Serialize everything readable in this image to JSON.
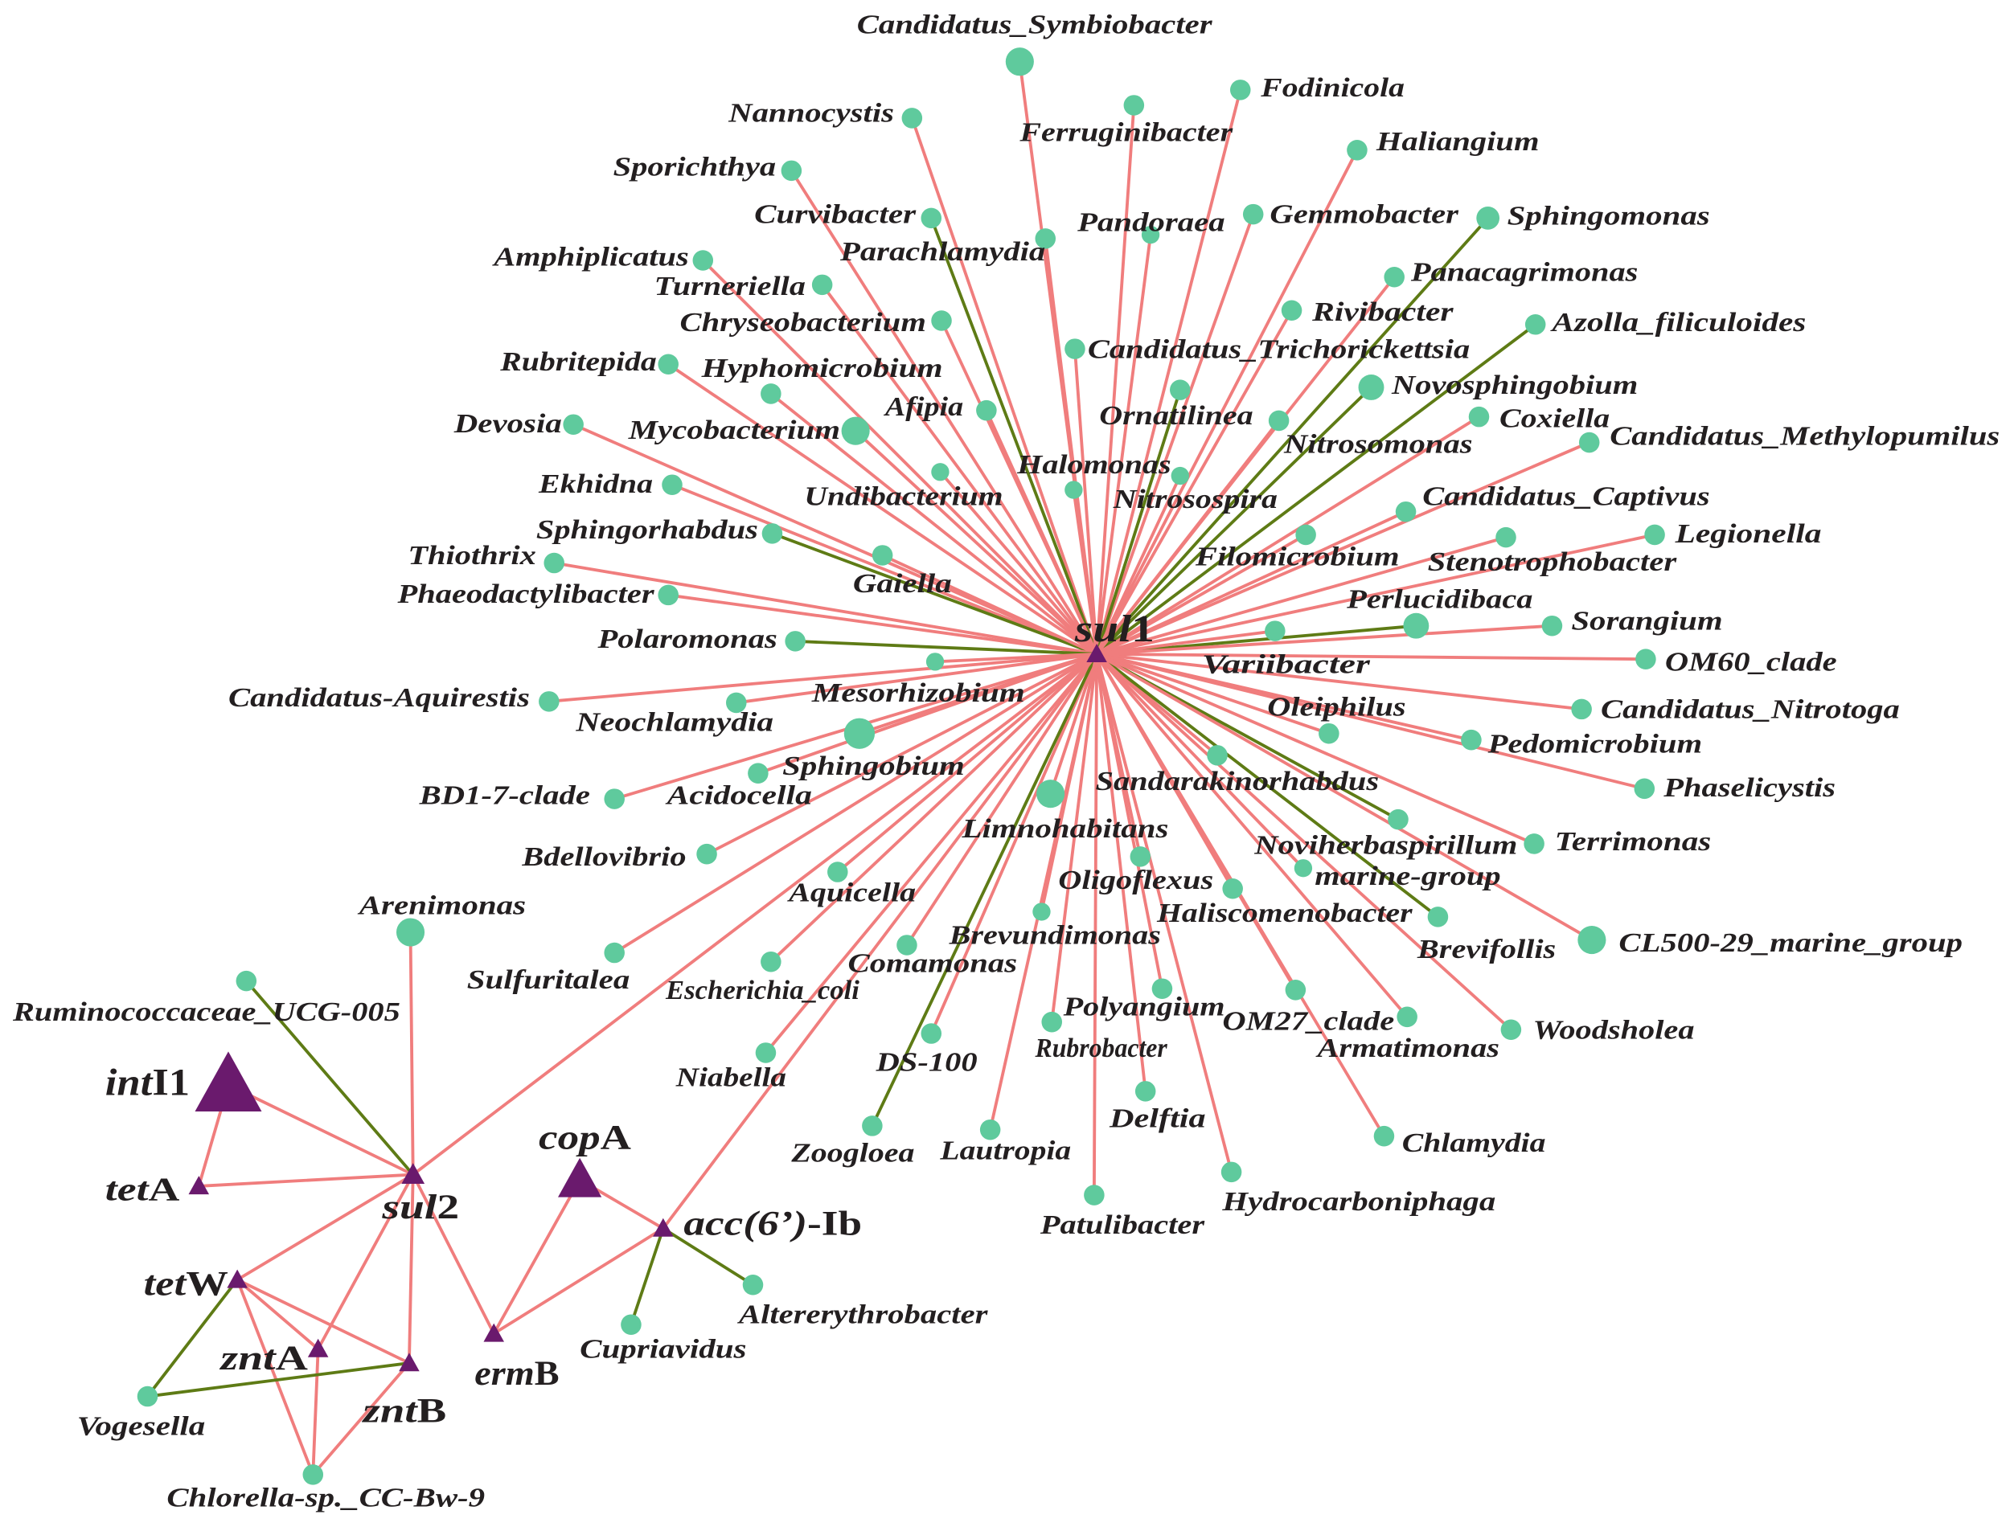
{
  "colors": {
    "genus_node": "#5fca9d",
    "gene_node": "#6a1a6d",
    "label_text": "#231f20",
    "background": "#ffffff"
  },
  "edge_colors": [
    "#f07d7d",
    "#5e7b15"
  ],
  "genes": [
    {
      "italic": "sul",
      "plain": "1"
    },
    {
      "italic": "int",
      "plain": "I1"
    },
    {
      "italic": "tet",
      "plain": "A"
    },
    {
      "italic": "sul",
      "plain": "2"
    },
    {
      "italic": "cop",
      "plain": "A"
    },
    {
      "italic": "acc(6’)",
      "plain": "-Ib"
    },
    {
      "italic": "tet",
      "plain": "W"
    },
    {
      "italic": "znt",
      "plain": "A"
    },
    {
      "italic": "znt",
      "plain": "B"
    },
    {
      "italic": "erm",
      "plain": "B"
    }
  ],
  "genera": [
    "Candidatus_Symbiobacter",
    "Fodinicola",
    "Ferruginibacter",
    "Nannocystis",
    "Haliangium",
    "Sporichthya",
    "Curvibacter",
    "Pandoraea",
    "Gemmobacter",
    "Sphingomonas",
    "Parachlamydia",
    "Amphiplicatus",
    "Turneriella",
    "Panacagrimonas",
    "Chryseobacterium",
    "Rivibacter",
    "Azolla_filiculoides",
    "Candidatus_Trichorickettsia",
    "Rubritepida",
    "Hyphomicrobium",
    "Novosphingobium",
    "Ornatilinea",
    "Afipia",
    "Coxiella",
    "Devosia",
    "Mycobacterium",
    "Nitrosomonas",
    "Candidatus_Methylopumilus",
    "Halomonas",
    "Nitrosospira",
    "Undibacterium",
    "Ekhidna",
    "Candidatus_Captivus",
    "Sphingorhabdus",
    "Filomicrobium",
    "Stenotrophobacter",
    "Legionella",
    "Thiothrix",
    "Gaiella",
    "Phaeodactylibacter",
    "Perlucidibaca",
    "Sorangium",
    "Polaromonas",
    "Variibacter",
    "OM60_clade",
    "Mesorhizobium",
    "Candidatus-Aquirestis",
    "Neochlamydia",
    "Oleiphilus",
    "Candidatus_Nitrotoga",
    "Sphingobium",
    "Pedomicrobium",
    "Sandarakinorhabdus",
    "Acidocella",
    "Phaselicystis",
    "BD1-7-clade",
    "Limnohabitans",
    "Noviherbaspirillum",
    "Terrimonas",
    "Bdellovibrio",
    "Oligoflexus",
    "marine-group",
    "Aquicella",
    "Haliscomenobacter",
    "Arenimonas",
    "Brevundimonas",
    "Brevifollis",
    "CL500-29_marine_group",
    "Ruminococcaceae_UCG-005",
    "Sulfuritalea",
    "Escherichia_coli",
    "Comamonas",
    "Polyangium",
    "OM27_clade",
    "Armatimonas",
    "Woodsholea",
    "Rubrobacter",
    "DS-100",
    "Niabella",
    "Delftia",
    "Chlamydia",
    "Zoogloea",
    "Lautropia",
    "Hydrocarboniphaga",
    "Patulibacter",
    "Vogesella",
    "Chlorella-sp._CC-Bw-9",
    "Cupriavidus",
    "Altererythrobacter"
  ],
  "edges": [
    [
      0,
      10,
      0
    ],
    [
      0,
      11,
      0
    ],
    [
      0,
      12,
      0
    ],
    [
      0,
      13,
      0
    ],
    [
      0,
      14,
      0
    ],
    [
      0,
      15,
      0
    ],
    [
      0,
      16,
      1
    ],
    [
      0,
      17,
      0
    ],
    [
      0,
      18,
      0
    ],
    [
      0,
      19,
      1
    ],
    [
      0,
      20,
      0
    ],
    [
      0,
      21,
      0
    ],
    [
      0,
      22,
      0
    ],
    [
      0,
      23,
      0
    ],
    [
      0,
      24,
      0
    ],
    [
      0,
      25,
      0
    ],
    [
      0,
      26,
      1
    ],
    [
      0,
      27,
      0
    ],
    [
      0,
      28,
      0
    ],
    [
      0,
      29,
      0
    ],
    [
      0,
      30,
      1
    ],
    [
      0,
      31,
      1
    ],
    [
      0,
      32,
      0
    ],
    [
      0,
      33,
      0
    ],
    [
      0,
      34,
      0
    ],
    [
      0,
      35,
      0
    ],
    [
      0,
      36,
      0
    ],
    [
      0,
      37,
      0
    ],
    [
      0,
      38,
      0
    ],
    [
      0,
      39,
      0
    ],
    [
      0,
      40,
      0
    ],
    [
      0,
      41,
      0
    ],
    [
      0,
      42,
      0
    ],
    [
      0,
      43,
      1
    ],
    [
      0,
      44,
      0
    ],
    [
      0,
      45,
      0
    ],
    [
      0,
      46,
      0
    ],
    [
      0,
      47,
      0
    ],
    [
      0,
      48,
      0
    ],
    [
      0,
      49,
      0
    ],
    [
      0,
      50,
      1
    ],
    [
      0,
      51,
      0
    ],
    [
      0,
      52,
      1
    ],
    [
      0,
      53,
      0
    ],
    [
      0,
      54,
      0
    ],
    [
      0,
      55,
      0
    ],
    [
      0,
      56,
      0
    ],
    [
      0,
      57,
      0
    ],
    [
      0,
      58,
      0
    ],
    [
      0,
      59,
      0
    ],
    [
      0,
      60,
      0
    ],
    [
      0,
      61,
      0
    ],
    [
      0,
      62,
      0
    ],
    [
      0,
      63,
      0
    ],
    [
      0,
      64,
      0
    ],
    [
      0,
      65,
      0
    ],
    [
      0,
      66,
      0
    ],
    [
      0,
      67,
      1
    ],
    [
      0,
      68,
      0
    ],
    [
      0,
      69,
      0
    ],
    [
      0,
      70,
      0
    ],
    [
      0,
      71,
      0
    ],
    [
      0,
      72,
      0
    ],
    [
      0,
      73,
      0
    ],
    [
      0,
      75,
      0
    ],
    [
      0,
      76,
      1
    ],
    [
      0,
      77,
      0
    ],
    [
      0,
      79,
      0
    ],
    [
      0,
      80,
      0
    ],
    [
      0,
      81,
      0
    ],
    [
      0,
      82,
      0
    ],
    [
      0,
      83,
      0
    ],
    [
      0,
      84,
      0
    ],
    [
      0,
      85,
      0
    ],
    [
      0,
      86,
      0
    ],
    [
      0,
      87,
      0
    ],
    [
      0,
      88,
      0
    ],
    [
      0,
      89,
      0
    ],
    [
      0,
      90,
      0
    ],
    [
      0,
      91,
      1
    ],
    [
      0,
      92,
      0
    ],
    [
      0,
      93,
      0
    ],
    [
      0,
      94,
      0
    ],
    [
      0,
      3,
      0
    ],
    [
      0,
      5,
      0
    ],
    [
      1,
      2,
      0
    ],
    [
      1,
      3,
      0
    ],
    [
      2,
      3,
      0
    ],
    [
      78,
      3,
      1
    ],
    [
      74,
      3,
      0
    ],
    [
      3,
      6,
      0
    ],
    [
      3,
      7,
      0
    ],
    [
      3,
      8,
      0
    ],
    [
      3,
      9,
      0
    ],
    [
      6,
      7,
      0
    ],
    [
      6,
      8,
      0
    ],
    [
      6,
      95,
      1
    ],
    [
      6,
      96,
      0
    ],
    [
      7,
      96,
      0
    ],
    [
      8,
      96,
      0
    ],
    [
      95,
      8,
      1
    ],
    [
      9,
      4,
      0
    ],
    [
      9,
      5,
      0
    ],
    [
      4,
      5,
      0
    ],
    [
      5,
      97,
      1
    ],
    [
      5,
      98,
      1
    ]
  ]
}
